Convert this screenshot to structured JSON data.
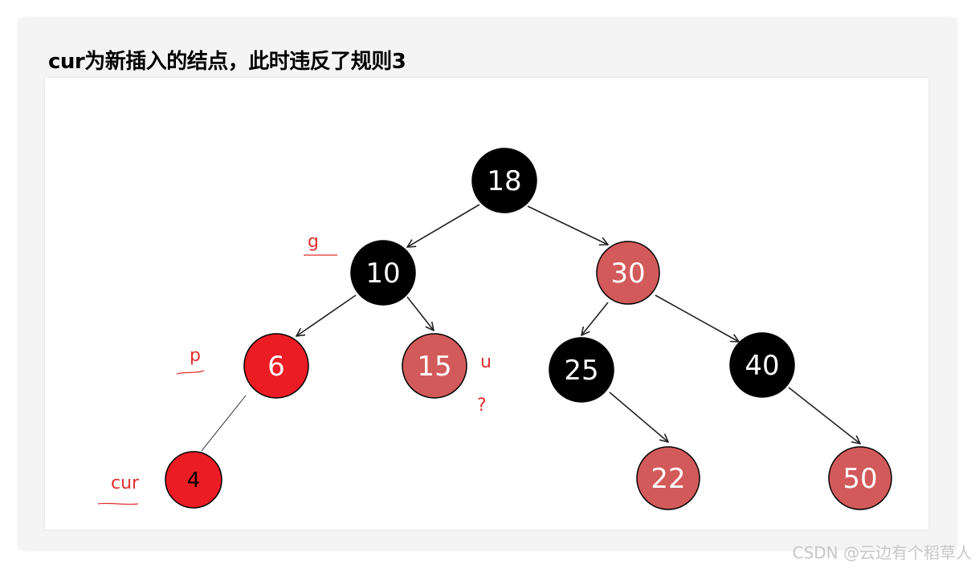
{
  "title": "cur为新插入的结点，此时违反了规则3",
  "watermark": "CSDN @云边有个稻草人",
  "colors": {
    "black_node": "#000000",
    "red_node": "#ec1c24",
    "pale_red_node": "#d35a5a",
    "annotation": "#e0302e"
  },
  "tree": {
    "nodes": [
      {
        "id": "n18",
        "label": "18",
        "color": "black"
      },
      {
        "id": "n10",
        "label": "10",
        "color": "black"
      },
      {
        "id": "n30",
        "label": "30",
        "color": "pale-red"
      },
      {
        "id": "n6",
        "label": "6",
        "color": "red"
      },
      {
        "id": "n15",
        "label": "15",
        "color": "pale-red"
      },
      {
        "id": "n25",
        "label": "25",
        "color": "black"
      },
      {
        "id": "n40",
        "label": "40",
        "color": "black"
      },
      {
        "id": "n4",
        "label": "4",
        "color": "red"
      },
      {
        "id": "n22",
        "label": "22",
        "color": "pale-red"
      },
      {
        "id": "n50",
        "label": "50",
        "color": "pale-red"
      }
    ],
    "edges": [
      {
        "from": "n18",
        "to": "n10"
      },
      {
        "from": "n18",
        "to": "n30"
      },
      {
        "from": "n10",
        "to": "n6"
      },
      {
        "from": "n10",
        "to": "n15"
      },
      {
        "from": "n30",
        "to": "n25"
      },
      {
        "from": "n30",
        "to": "n40"
      },
      {
        "from": "n6",
        "to": "n4"
      },
      {
        "from": "n25",
        "to": "n22"
      },
      {
        "from": "n40",
        "to": "n50"
      }
    ]
  },
  "annotations": {
    "g": "g",
    "p": "p",
    "u": "u",
    "question": "?",
    "cur": "cur"
  }
}
